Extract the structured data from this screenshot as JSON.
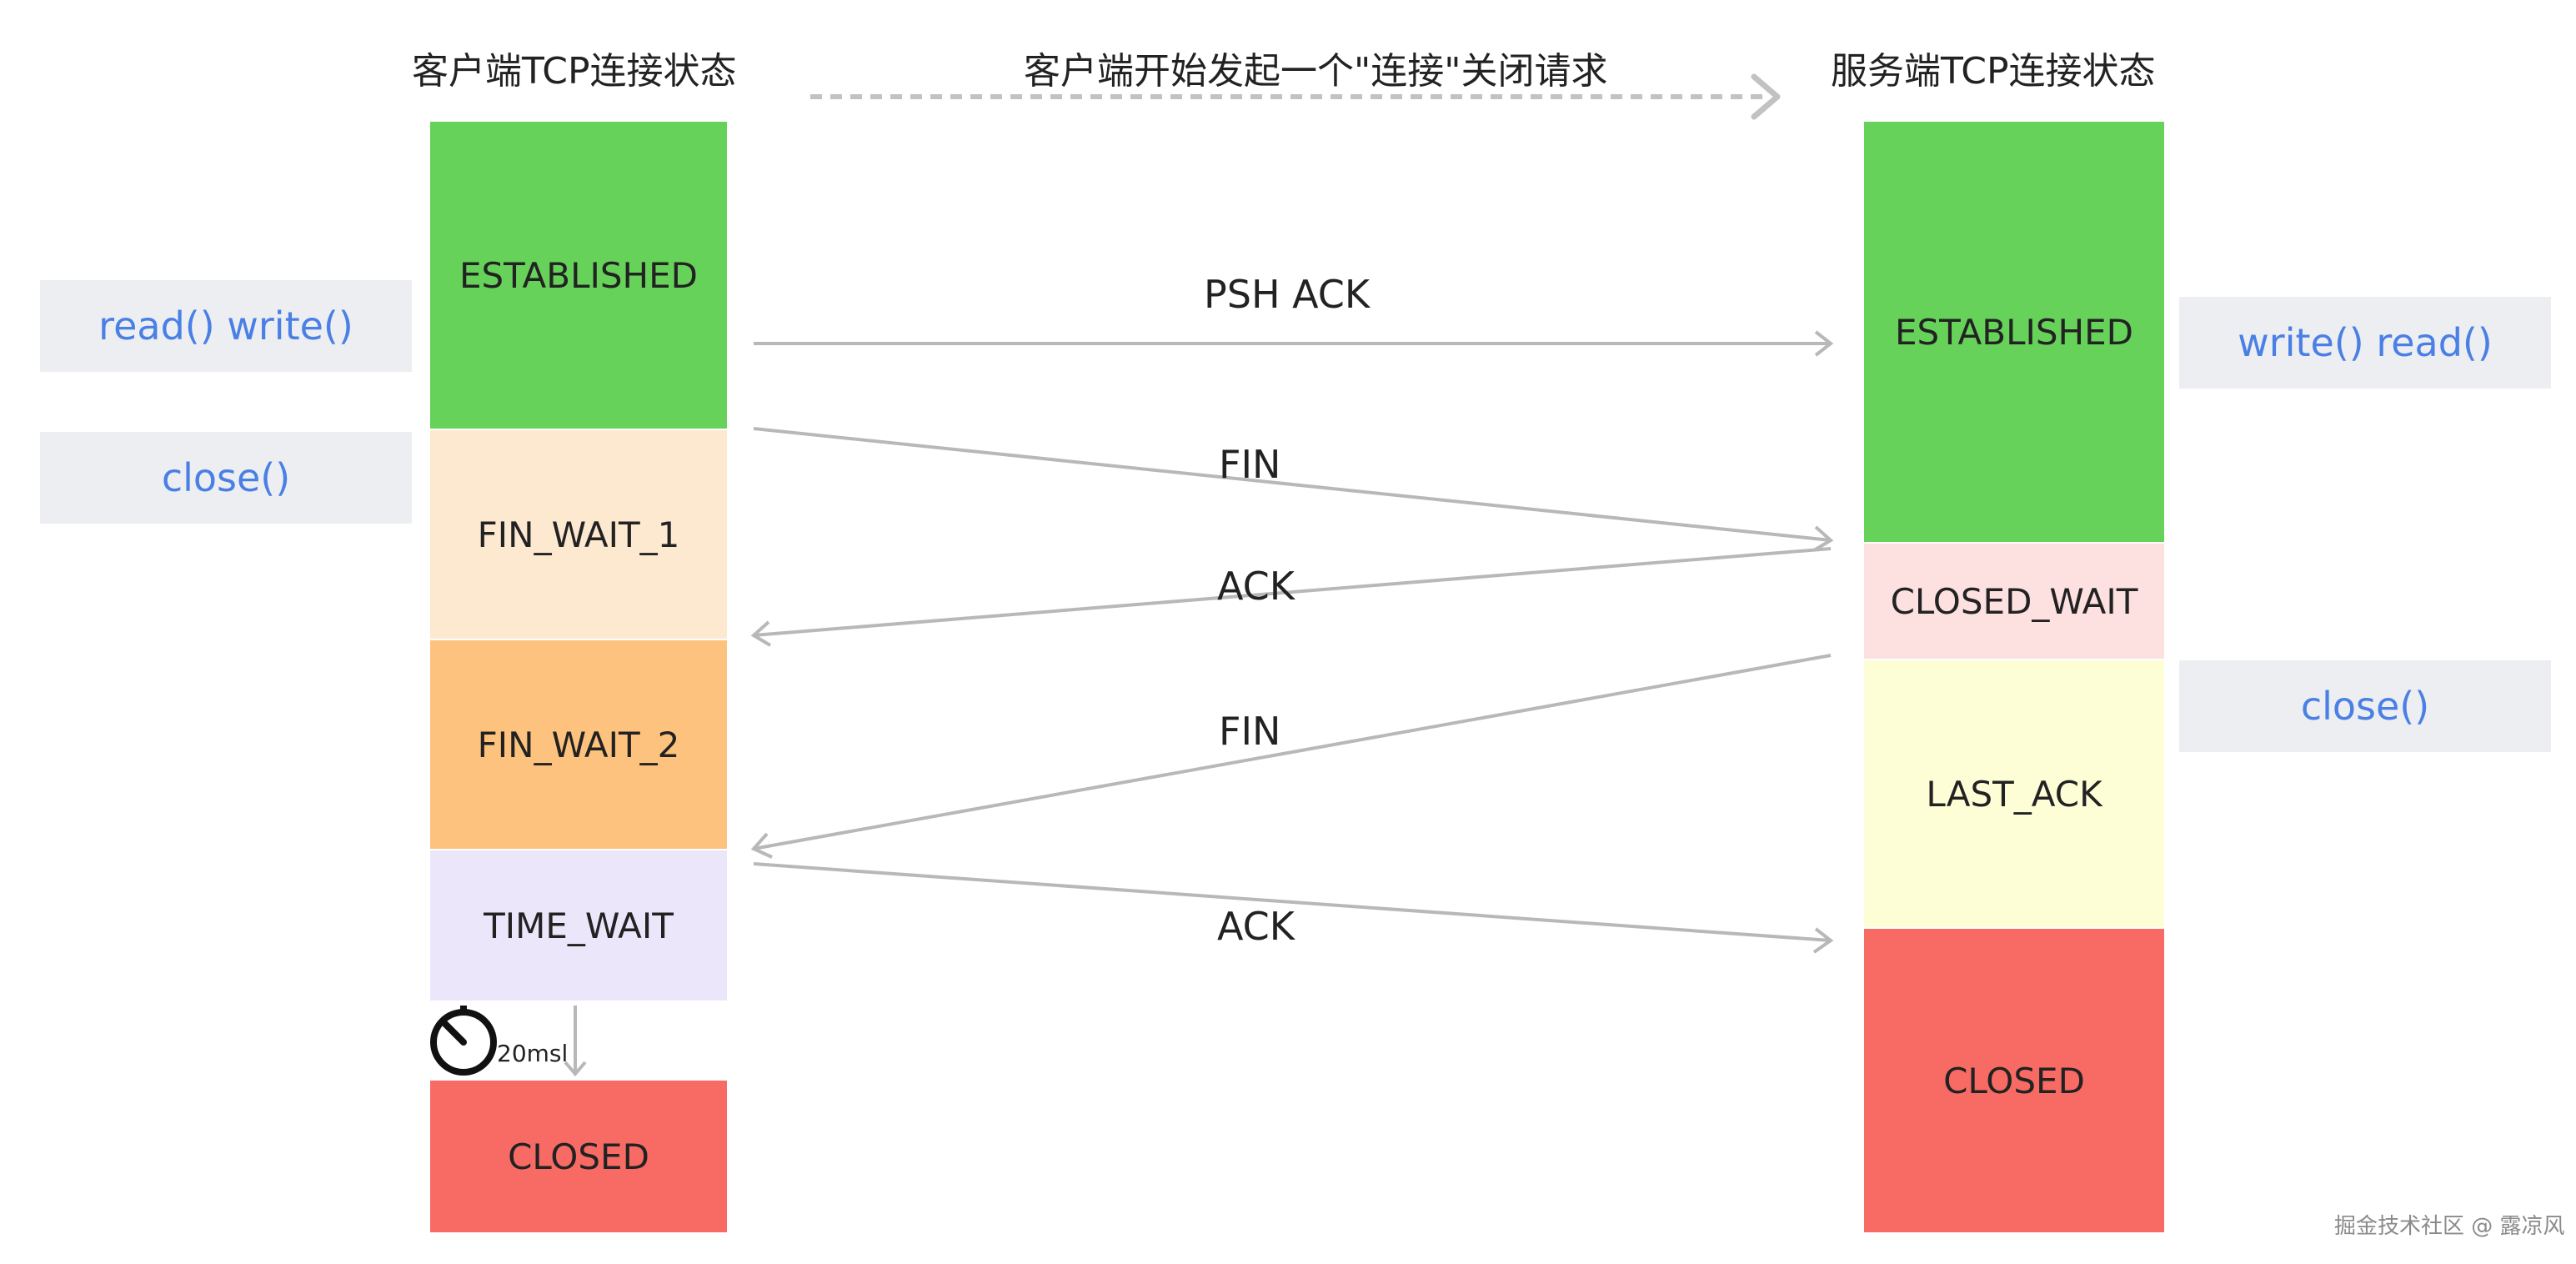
{
  "headers": {
    "client": "客户端TCP连接状态",
    "request": "客户端开始发起一个\"连接\"关闭请求",
    "server": "服务端TCP连接状态"
  },
  "client_states": [
    {
      "label": "ESTABLISHED",
      "color": "#66d25a"
    },
    {
      "label": "FIN_WAIT_1",
      "color": "#fde8d0"
    },
    {
      "label": "FIN_WAIT_2",
      "color": "#fdc27d"
    },
    {
      "label": "TIME_WAIT",
      "color": "#ece6fb"
    },
    {
      "label": "CLOSED",
      "color": "#f76b64"
    }
  ],
  "server_states": [
    {
      "label": "ESTABLISHED",
      "color": "#66d25a"
    },
    {
      "label": "CLOSED_WAIT",
      "color": "#fde0e0"
    },
    {
      "label": "LAST_ACK",
      "color": "#fefed6"
    },
    {
      "label": "CLOSED",
      "color": "#f76b64"
    }
  ],
  "calls": {
    "client_rw": "read() write()",
    "client_close": "close()",
    "server_wr": "write() read()",
    "server_close": "close()"
  },
  "messages": {
    "psh_ack": "PSH ACK",
    "fin1": "FIN",
    "ack1": "ACK",
    "fin2": "FIN",
    "ack2": "ACK"
  },
  "timer": {
    "label": "20msl",
    "icon": "timer-icon"
  },
  "watermark": "掘金技术社区 @ 露凉风",
  "colors": {
    "arrow": "#b8b8b8",
    "call_text": "#4a7fe5",
    "call_bg": "#eceef1"
  }
}
